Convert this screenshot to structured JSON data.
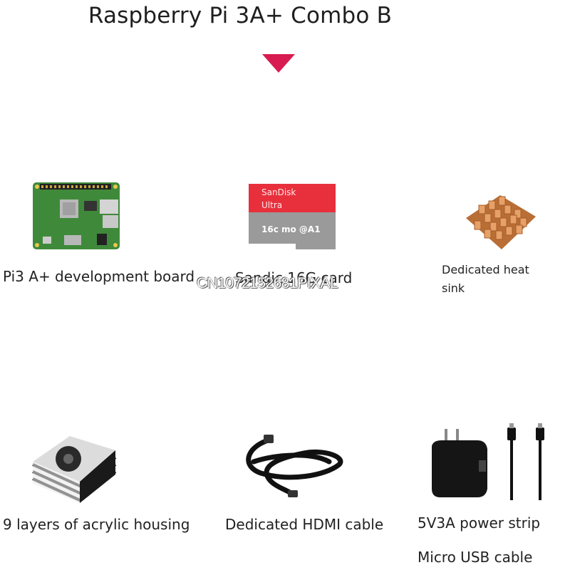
{
  "title": "Raspberry Pi 3A+ Combo B",
  "colors": {
    "accent": "#d81b50",
    "sd_red": "#e8303c",
    "sd_grey": "#9a9a9a",
    "board_green": "#3f8a3a",
    "copper": "#d68a4a"
  },
  "items": [
    {
      "label": "Pi3 A+ development board",
      "icon": "raspberry-pi-board"
    },
    {
      "label": "Sandic 16G card",
      "icon": "sd-card",
      "brand": "SanDisk",
      "line": "Ultra",
      "capacity": "16c mo @A1"
    },
    {
      "label": "Dedicated heat sink",
      "icon": "heat-sink"
    },
    {
      "label": "9 layers of acrylic housing",
      "icon": "acrylic-case"
    },
    {
      "label": "Dedicated HDMI cable",
      "icon": "hdmi-cable"
    },
    {
      "label": "5V3A power strip",
      "label2": "Micro USB cable",
      "icon": "power-adapter"
    }
  ],
  "watermark": "CN1072152681PIXAL"
}
